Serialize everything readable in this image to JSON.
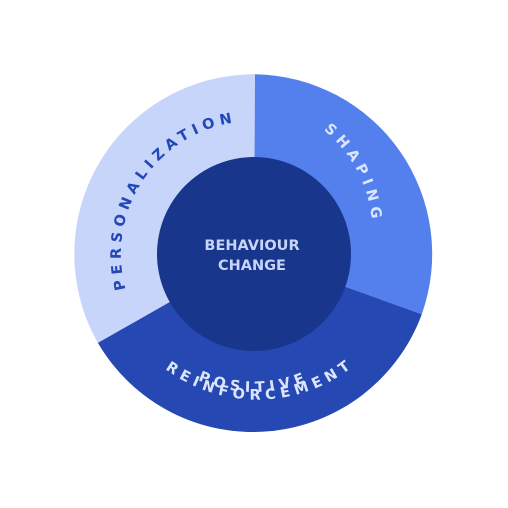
{
  "center": {
    "line1": "BEHAVIOUR",
    "line2": "CHANGE",
    "color": "#17368c",
    "text_color": "#c7d5fb"
  },
  "segments": [
    {
      "id": "personalization",
      "label": "PERSONALIZATION",
      "color": "#c7d5fb",
      "text_color": "#2348b5"
    },
    {
      "id": "shaping",
      "label": "SHAPING",
      "color": "#5380ec",
      "text_color": "#dbe5fd"
    },
    {
      "id": "positive",
      "label": "POSITIVE",
      "color": "#2548b3",
      "text_color": "#dbe5fd"
    },
    {
      "id": "reinforcement",
      "label": "REINFORCEMENT",
      "color": "#2548b3",
      "text_color": "#dbe5fd"
    }
  ]
}
